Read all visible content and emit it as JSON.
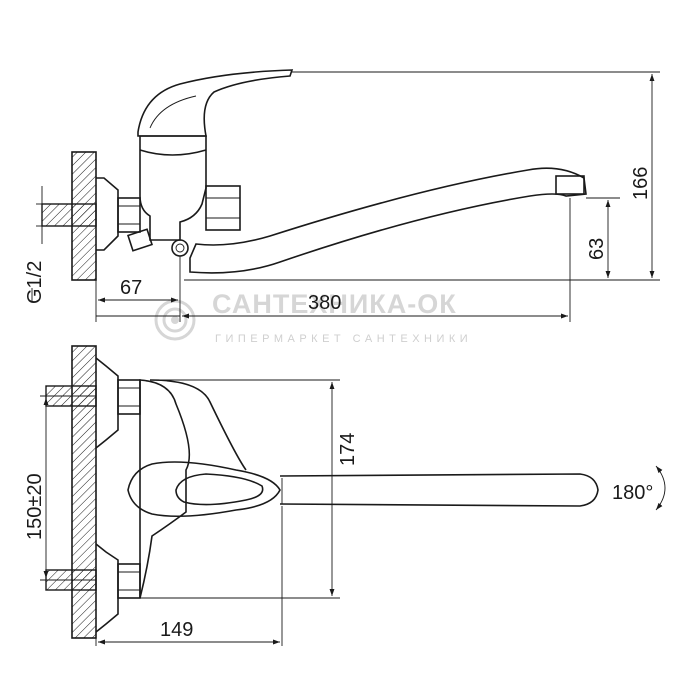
{
  "watermark": {
    "brand": "САНТЕХНИКА-ОК",
    "tagline": "ГИПЕРМАРКЕТ САНТЕХНИКИ"
  },
  "side_view": {
    "thread_label": "G1/2",
    "dim_offset": "67",
    "dim_spout_reach": "380",
    "dim_outlet_height": "63",
    "dim_total_height": "166"
  },
  "top_view": {
    "dim_center_distance": "150±20",
    "dim_body_height": "174",
    "dim_body_depth": "149",
    "rotation_label": "180°"
  },
  "colors": {
    "line": "#1a1a1a",
    "wall": "#8a8a8a",
    "watermark": "#d6d6d6"
  }
}
